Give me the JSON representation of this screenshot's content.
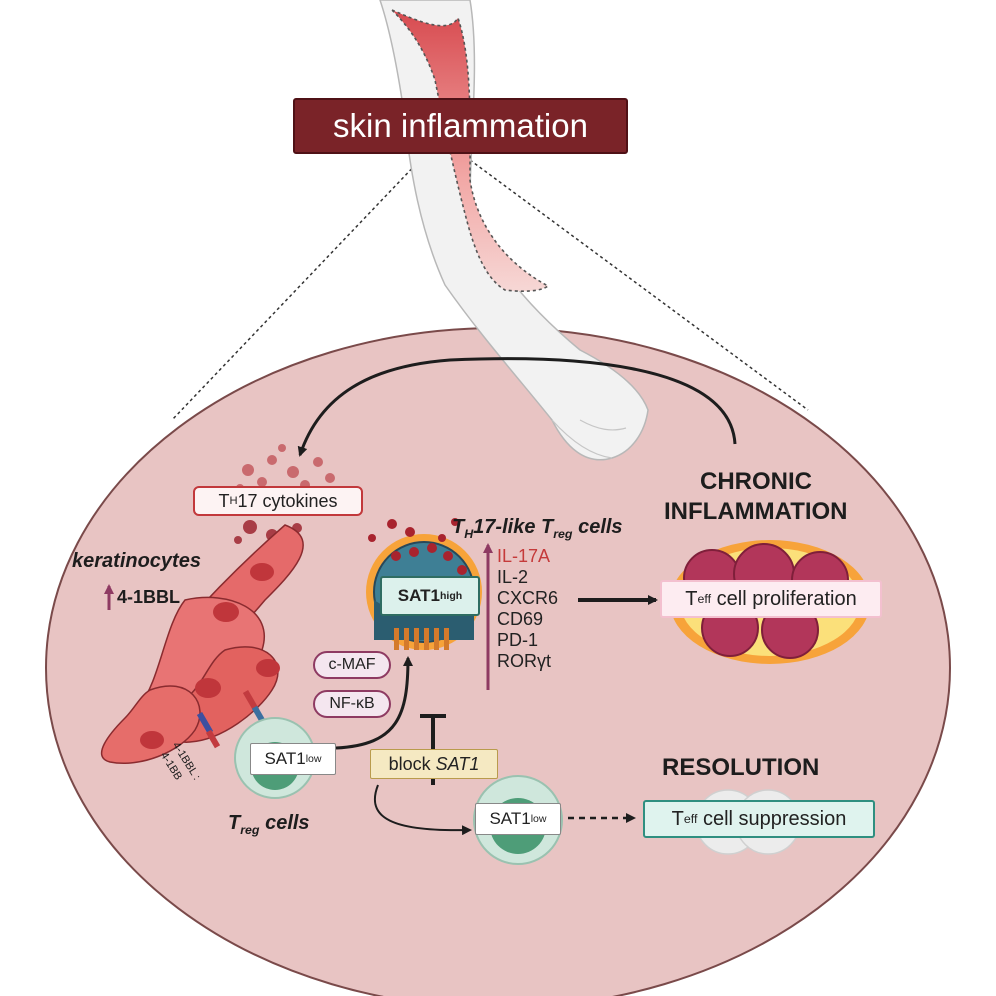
{
  "title": "skin inflammation",
  "keratinocytes": {
    "label": "keratinocytes",
    "marker": "4-1BBL"
  },
  "cytokines": {
    "prefix": "T",
    "sub": "H",
    "suffix": "17 cytokines"
  },
  "receptors": {
    "line1": "4-1BBL :",
    "line2": "4-1BB"
  },
  "treg_label": {
    "prefix": "T",
    "sub": "reg",
    "suffix": " cells"
  },
  "th17_treg_label": {
    "prefix": "T",
    "sub1": "H",
    "mid": "17-like T",
    "sub2": "reg",
    "suffix": " cells"
  },
  "sat1_high": {
    "text": "SAT1",
    "sup": "high"
  },
  "sat1_low": {
    "text": "SAT1",
    "sup": "low"
  },
  "factors": [
    "c-MAF",
    "NF-κB"
  ],
  "markers": [
    {
      "text": "IL-17A",
      "color": "#c53a3a"
    },
    {
      "text": "IL-2",
      "color": "#222222"
    },
    {
      "text": "CXCR6",
      "color": "#222222"
    },
    {
      "text": "CD69",
      "color": "#222222"
    },
    {
      "text": "PD-1",
      "color": "#222222"
    },
    {
      "text": "RORγt",
      "color": "#222222"
    }
  ],
  "block": {
    "prefix": "block ",
    "gene": "SAT1"
  },
  "chronic": {
    "line1": "CHRONIC",
    "line2": "INFLAMMATION"
  },
  "proliferation": {
    "prefix": "T",
    "sub": "eff",
    "suffix": " cell proliferation"
  },
  "resolution": "RESOLUTION",
  "suppression": {
    "prefix": "T",
    "sub": "eff",
    "suffix": " cell suppression"
  },
  "colors": {
    "title_bg": "#7a2328",
    "tissue_bg": "#e8c4c3",
    "keratinocyte": "#e56a6a",
    "treg_cell": "#cfe7dc",
    "nucleus_green": "#4e9d78",
    "sat1_high_cell": "#3e7f95",
    "flame": "#f7a33a",
    "accent_purple": "#8e3a62"
  }
}
